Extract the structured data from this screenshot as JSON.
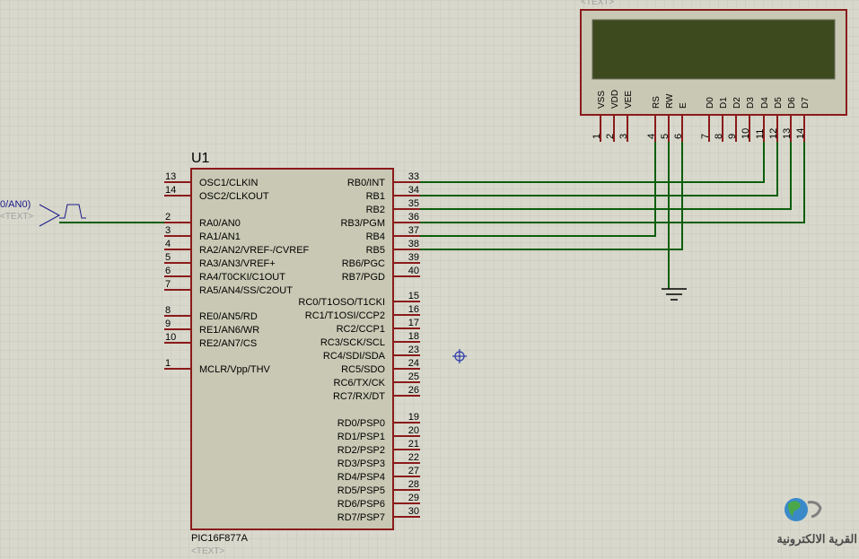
{
  "colors": {
    "background": "#d8d8cc",
    "grid": "#c8c8bc",
    "chip_fill": "#c8c8b4",
    "chip_border": "#8b1a1a",
    "pin": "#8b1a1a",
    "wire": "#0b5e0b",
    "lcd_screen": "#3c4a1e",
    "hidden_text": "#a0a0a0"
  },
  "mcu": {
    "ref": "U1",
    "part": "PIC16F877A",
    "text_placeholder": "<TEXT>",
    "left_pins": [
      {
        "num": "13",
        "label": "OSC1/CLKIN"
      },
      {
        "num": "14",
        "label": "OSC2/CLKOUT"
      },
      {
        "num": "2",
        "label": "RA0/AN0"
      },
      {
        "num": "3",
        "label": "RA1/AN1"
      },
      {
        "num": "4",
        "label": "RA2/AN2/VREF-/CVREF"
      },
      {
        "num": "5",
        "label": "RA3/AN3/VREF+"
      },
      {
        "num": "6",
        "label": "RA4/T0CKI/C1OUT"
      },
      {
        "num": "7",
        "label": "RA5/AN4/SS/C2OUT"
      },
      {
        "num": "8",
        "label": "RE0/AN5/RD"
      },
      {
        "num": "9",
        "label": "RE1/AN6/WR"
      },
      {
        "num": "10",
        "label": "RE2/AN7/CS"
      },
      {
        "num": "1",
        "label": "MCLR/Vpp/THV"
      }
    ],
    "right_pins": [
      {
        "num": "33",
        "label": "RB0/INT"
      },
      {
        "num": "34",
        "label": "RB1"
      },
      {
        "num": "35",
        "label": "RB2"
      },
      {
        "num": "36",
        "label": "RB3/PGM"
      },
      {
        "num": "37",
        "label": "RB4"
      },
      {
        "num": "38",
        "label": "RB5"
      },
      {
        "num": "39",
        "label": "RB6/PGC"
      },
      {
        "num": "40",
        "label": "RB7/PGD"
      },
      {
        "num": "15",
        "label": "RC0/T1OSO/T1CKI"
      },
      {
        "num": "16",
        "label": "RC1/T1OSI/CCP2"
      },
      {
        "num": "17",
        "label": "RC2/CCP1"
      },
      {
        "num": "18",
        "label": "RC3/SCK/SCL"
      },
      {
        "num": "23",
        "label": "RC4/SDI/SDA"
      },
      {
        "num": "24",
        "label": "RC5/SDO"
      },
      {
        "num": "25",
        "label": "RC6/TX/CK"
      },
      {
        "num": "26",
        "label": "RC7/RX/DT"
      },
      {
        "num": "19",
        "label": "RD0/PSP0"
      },
      {
        "num": "20",
        "label": "RD1/PSP1"
      },
      {
        "num": "21",
        "label": "RD2/PSP2"
      },
      {
        "num": "22",
        "label": "RD3/PSP3"
      },
      {
        "num": "27",
        "label": "RD4/PSP4"
      },
      {
        "num": "28",
        "label": "RD5/PSP5"
      },
      {
        "num": "29",
        "label": "RD6/PSP6"
      },
      {
        "num": "30",
        "label": "RD7/PSP7"
      }
    ]
  },
  "lcd": {
    "text_placeholder": "<TEXT>",
    "pins": [
      {
        "num": "1",
        "label": "VSS"
      },
      {
        "num": "2",
        "label": "VDD"
      },
      {
        "num": "3",
        "label": "VEE"
      },
      {
        "num": "4",
        "label": "RS"
      },
      {
        "num": "5",
        "label": "RW"
      },
      {
        "num": "6",
        "label": "E"
      },
      {
        "num": "7",
        "label": "D0"
      },
      {
        "num": "8",
        "label": "D1"
      },
      {
        "num": "9",
        "label": "D2"
      },
      {
        "num": "10",
        "label": "D3"
      },
      {
        "num": "11",
        "label": "D4"
      },
      {
        "num": "12",
        "label": "D5"
      },
      {
        "num": "13",
        "label": "D6"
      },
      {
        "num": "14",
        "label": "D7"
      }
    ]
  },
  "generator": {
    "label": "0/AN0)",
    "text_placeholder": "<TEXT>"
  },
  "watermark": {
    "text": "القرية الالكترونية"
  }
}
